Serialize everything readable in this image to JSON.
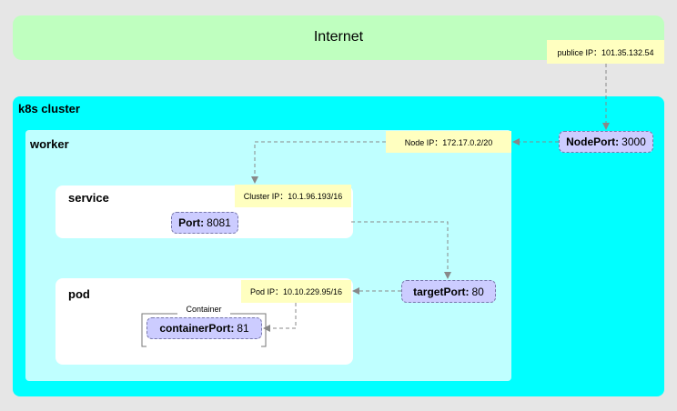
{
  "internet": {
    "label": "Internet",
    "public_ip": "publice IP：101.35.132.54"
  },
  "cluster": {
    "label": "k8s cluster",
    "nodeport": {
      "name": "NodePort:",
      "value": "3000"
    }
  },
  "worker": {
    "label": "worker",
    "node_ip": "Node IP：172.17.0.2/20",
    "targetport": {
      "name": "targetPort:",
      "value": "80"
    }
  },
  "service": {
    "label": "service",
    "cluster_ip": "Cluster IP：10.1.96.193/16",
    "port": {
      "name": "Port:",
      "value": "8081"
    }
  },
  "pod": {
    "label": "pod",
    "pod_ip": "Pod IP：10.10.229.95/16",
    "container_label": "Container",
    "containerport": {
      "name": "containerPort:",
      "value": "81"
    }
  },
  "colors": {
    "internet": "#bfffbf",
    "cluster": "#00ffff",
    "worker": "#bfffff",
    "ip_tag": "#ffffc0",
    "port": "#ccccff"
  }
}
